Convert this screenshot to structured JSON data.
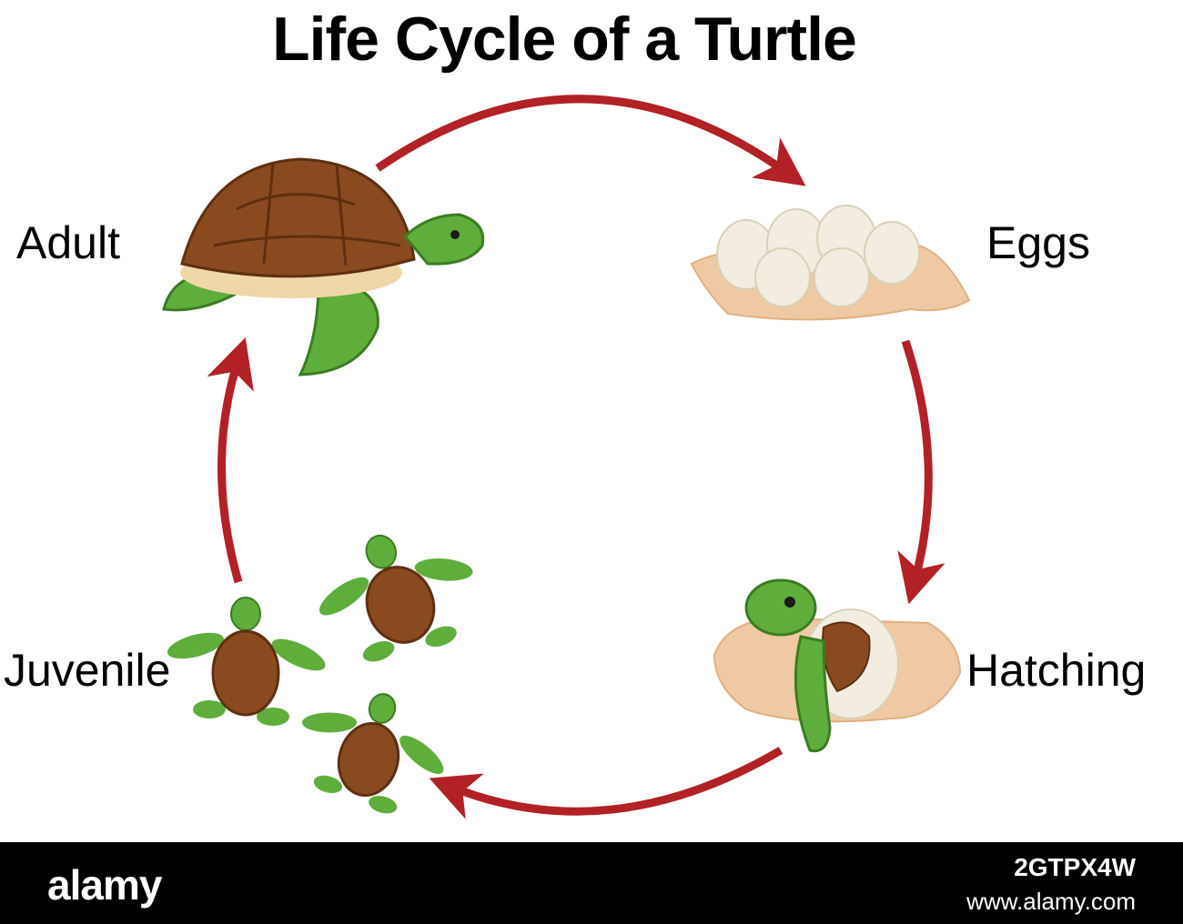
{
  "diagram": {
    "title": "Life Cycle of a Turtle",
    "stages": [
      {
        "id": "adult",
        "label": "Adult"
      },
      {
        "id": "eggs",
        "label": "Eggs"
      },
      {
        "id": "hatching",
        "label": "Hatching"
      },
      {
        "id": "juvenile",
        "label": "Juvenile"
      }
    ],
    "arrows": [
      {
        "from": "adult",
        "to": "eggs"
      },
      {
        "from": "eggs",
        "to": "hatching"
      },
      {
        "from": "hatching",
        "to": "juvenile"
      },
      {
        "from": "juvenile",
        "to": "adult"
      }
    ],
    "arrow_color": "#b22126"
  },
  "footer": {
    "brand": "alamy",
    "image_id": "2GTPX4W",
    "site": "www.alamy.com",
    "background": "#000000"
  },
  "colors": {
    "shell": "#8a4a1f",
    "shell_dark": "#5e2f10",
    "skin": "#5fae3c",
    "skin_dark": "#3b7d22",
    "egg": "#f2ede0",
    "sand": "#efc9a3"
  }
}
